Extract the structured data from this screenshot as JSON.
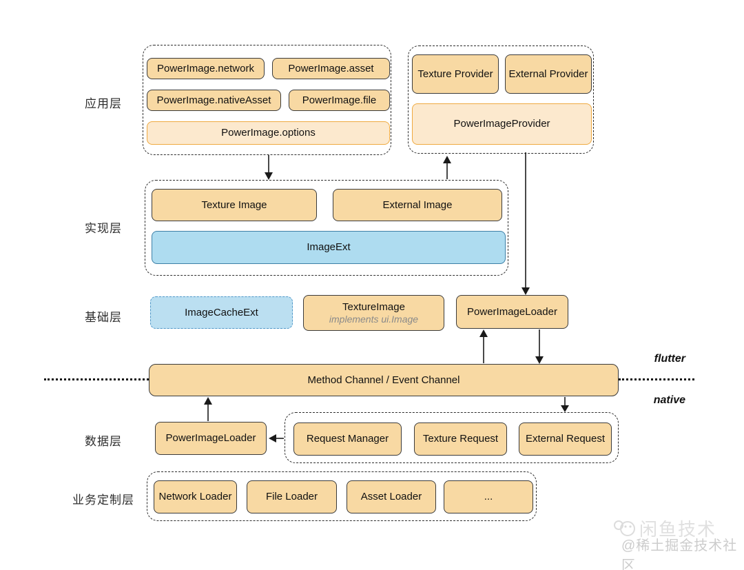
{
  "diagram": {
    "layer_labels": {
      "app": "应用层",
      "impl": "实现层",
      "base": "基础层",
      "data": "数据层",
      "biz": "业务定制层"
    },
    "app_group": {
      "network": "PowerImage.network",
      "asset": "PowerImage.asset",
      "native_asset": "PowerImage.nativeAsset",
      "file": "PowerImage.file",
      "options": "PowerImage.options"
    },
    "provider_group": {
      "texture_provider": "Texture Provider",
      "external_provider": "External Provider",
      "power_image_provider": "PowerImageProvider"
    },
    "impl_group": {
      "texture_image": "Texture Image",
      "external_image": "External Image",
      "image_ext": "ImageExt"
    },
    "base_layer": {
      "image_cache_ext": "ImageCacheExt",
      "texture_image_title": "TextureImage",
      "texture_image_sub": "implements ui.Image",
      "power_image_loader": "PowerImageLoader"
    },
    "channel": {
      "label": "Method Channel / Event Channel",
      "flutter": "flutter",
      "native": "native"
    },
    "data_layer": {
      "power_image_loader": "PowerImageLoader",
      "request_manager": "Request Manager",
      "texture_request": "Texture Request",
      "external_request": "External Request"
    },
    "biz_layer": {
      "network_loader": "Network Loader",
      "file_loader": "File Loader",
      "asset_loader": "Asset Loader",
      "more": "..."
    },
    "watermark": {
      "brand": "闲鱼技术",
      "community": "@稀土掘金技术社区"
    },
    "colors": {
      "tan_fill": "#F8D9A3",
      "dark_border": "#3A3A3A",
      "light_fill": "#FCE9CE",
      "orange_border": "#EFA93F",
      "blue_fill": "#AEDCF0",
      "blue_border": "#3C7FA6",
      "cache_fill": "#BBDFF1",
      "cache_border": "#4E96C8"
    }
  }
}
